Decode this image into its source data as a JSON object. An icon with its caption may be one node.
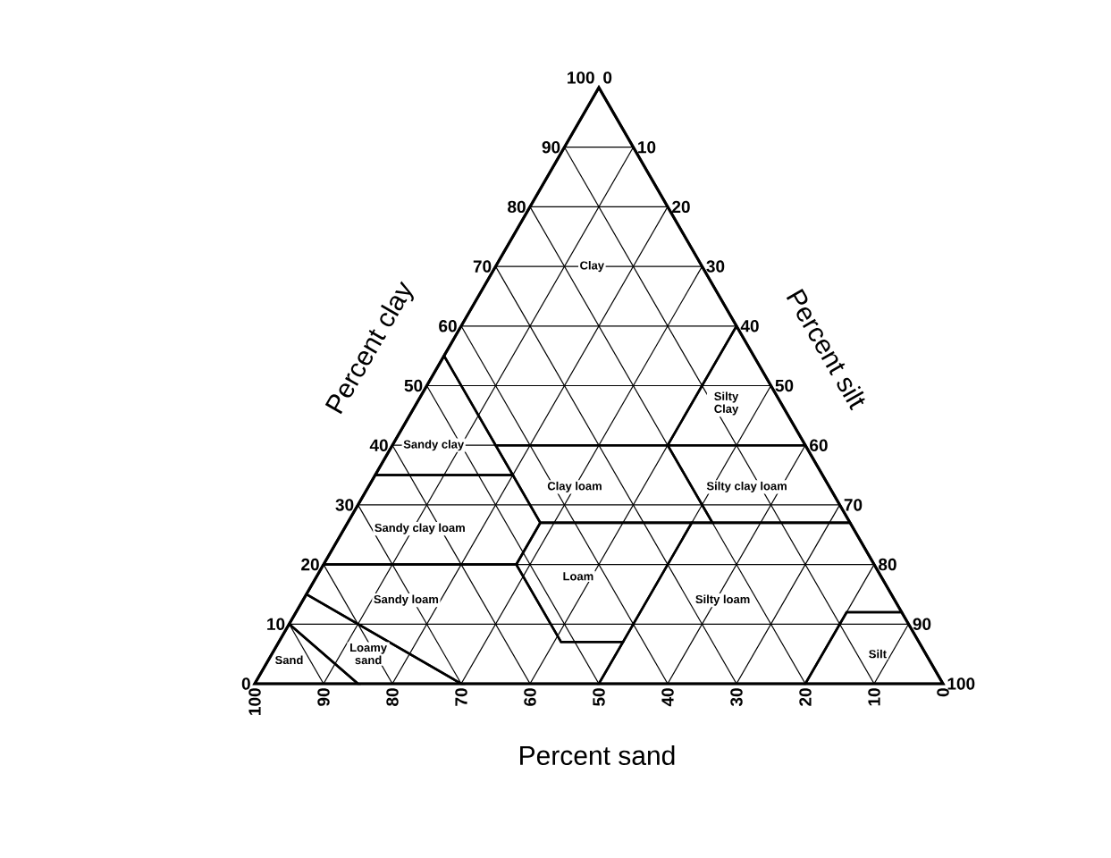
{
  "diagram": {
    "nodes": [
      {
        "text": [
          "Clay"
        ]
      },
      {
        "text": [
          "Silty Clay"
        ]
      },
      {
        "text": [
          "Sandy clay"
        ]
      },
      {
        "text": [
          "Clay loam"
        ]
      },
      {
        "text": [
          "Silty clay loam"
        ]
      },
      {
        "text": [
          "Sandy clay loam"
        ]
      },
      {
        "text": [
          "Sandy loam"
        ]
      },
      {
        "text": [
          "Loam"
        ]
      },
      {
        "text": [
          "Silty loam"
        ]
      },
      {
        "text": [
          "Loamy sand"
        ]
      },
      {
        "text": [
          "Sand"
        ]
      },
      {
        "text": [
          "Silt"
        ]
      }
    ],
    "labels": [
      "100",
      "0",
      "90",
      "80",
      "70",
      "60",
      "50",
      "40",
      "30",
      "20",
      "10",
      "0",
      "10",
      "20",
      "30",
      "40",
      "50",
      "60",
      "70",
      "80",
      "90",
      "100",
      "Percent clay",
      "Percent silt",
      "100",
      "90",
      "80",
      "70",
      "60",
      "50",
      "40",
      "30",
      "20",
      "10",
      "0",
      "Percent sand"
    ]
  }
}
